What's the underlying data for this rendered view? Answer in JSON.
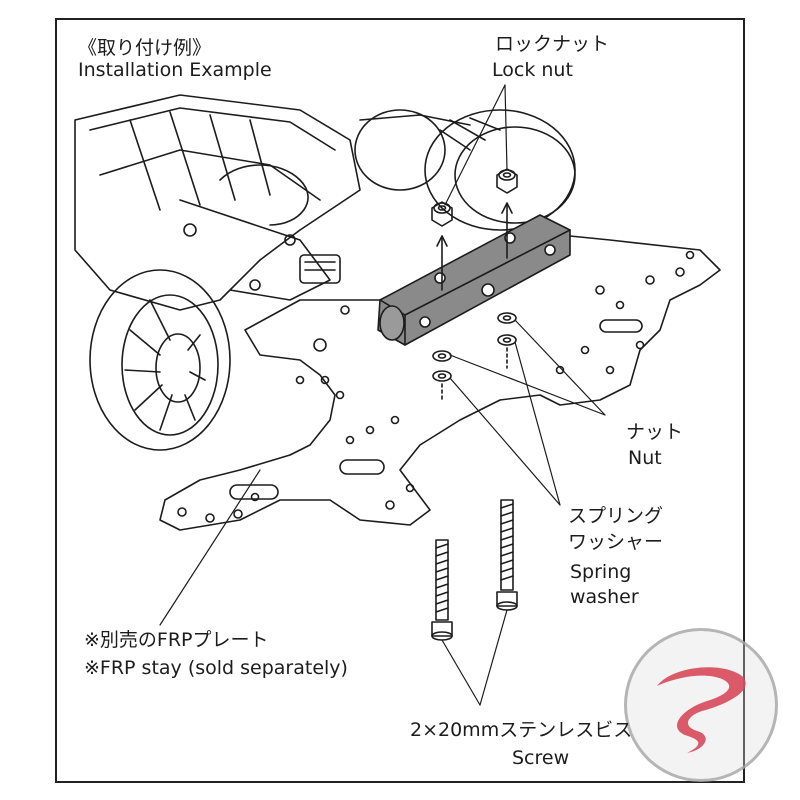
{
  "title": {
    "jp": "《取り付け例》",
    "en": "Installation Example"
  },
  "labels": {
    "lock_nut_jp": "ロックナット",
    "lock_nut_en": "Lock nut",
    "nut_jp": "ナット",
    "nut_en": "Nut",
    "spring_washer_jp_1": "スプリング",
    "spring_washer_jp_2": "ワッシャー",
    "spring_washer_en_1": "Spring",
    "spring_washer_en_2": "washer",
    "frp_jp": "※別売のFRPプレート",
    "frp_en": "※FRP stay (sold separately)",
    "screw_jp": "2×20mmステンレスビス",
    "screw_en": "Screw"
  },
  "colors": {
    "line": "#1c1c1c",
    "roller": "#8a8a8a",
    "watermark_red": "#d8495a"
  }
}
